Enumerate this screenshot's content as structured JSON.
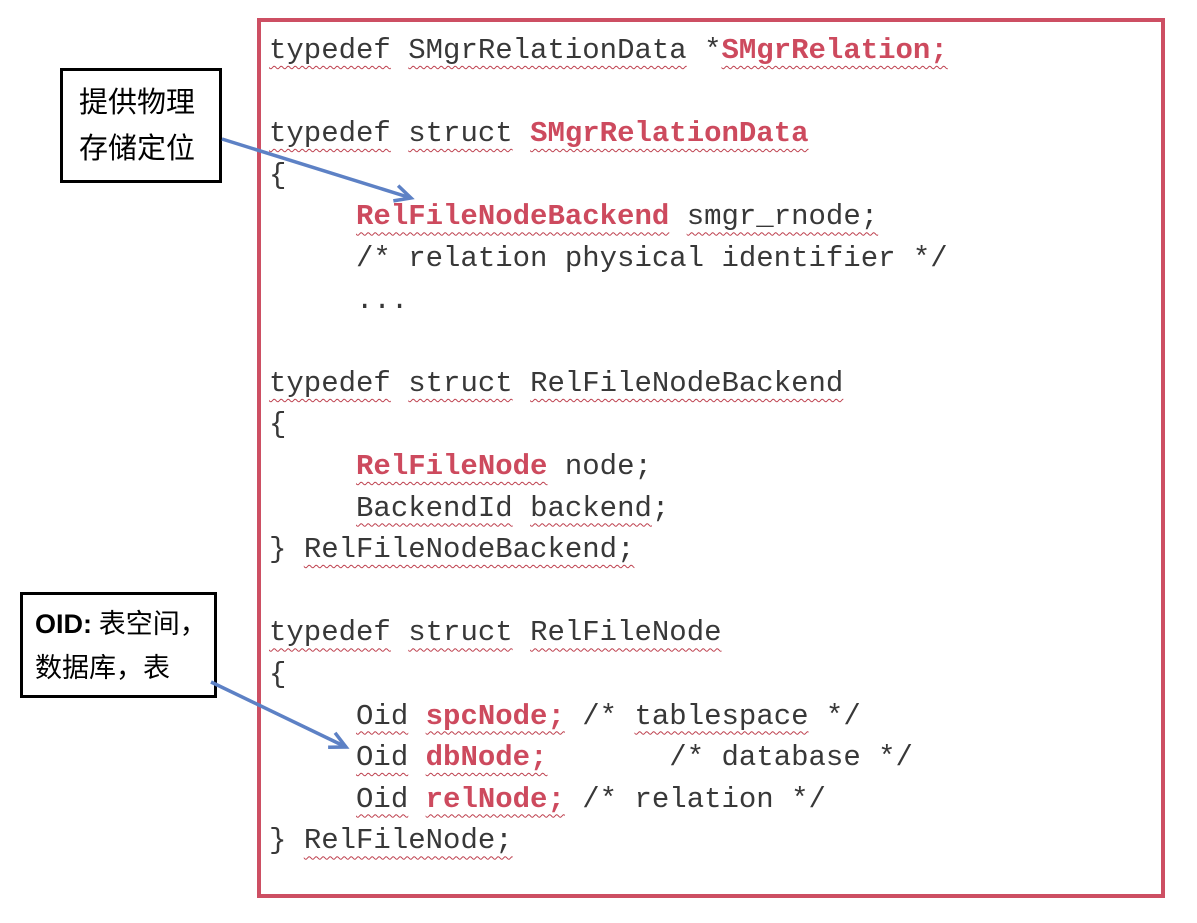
{
  "annotations": {
    "box1": {
      "line1": "提供物理",
      "line2": "存储定位"
    },
    "box2": {
      "line1_prefix": "OID:",
      "line1_text": " 表空间，",
      "line2": "数据库，表"
    }
  },
  "code": {
    "lines": [
      [
        {
          "t": "typedef",
          "u": true
        },
        {
          "t": " "
        },
        {
          "t": "SMgrRelationData",
          "u": true
        },
        {
          "t": " *"
        },
        {
          "t": "SMgrRelation;",
          "r": true,
          "u": true
        }
      ],
      [],
      [
        {
          "t": "typedef",
          "u": true
        },
        {
          "t": " "
        },
        {
          "t": "struct",
          "u": true
        },
        {
          "t": " "
        },
        {
          "t": "SMgrRelationData",
          "r": true,
          "u": true
        }
      ],
      [
        {
          "t": "{"
        }
      ],
      [
        {
          "t": "     "
        },
        {
          "t": "RelFileNodeBackend",
          "r": true,
          "u": true
        },
        {
          "t": " "
        },
        {
          "t": "smgr_rnode;",
          "u": true
        }
      ],
      [
        {
          "t": "     /* relation physical identifier */"
        }
      ],
      [
        {
          "t": "     ..."
        }
      ],
      [],
      [
        {
          "t": "typedef",
          "u": true
        },
        {
          "t": " "
        },
        {
          "t": "struct",
          "u": true
        },
        {
          "t": " "
        },
        {
          "t": "RelFileNodeBackend",
          "u": true
        }
      ],
      [
        {
          "t": "{"
        }
      ],
      [
        {
          "t": "     "
        },
        {
          "t": "RelFileNode",
          "r": true,
          "u": true
        },
        {
          "t": " node;"
        }
      ],
      [
        {
          "t": "     "
        },
        {
          "t": "BackendId",
          "u": true
        },
        {
          "t": " "
        },
        {
          "t": "backend",
          "u": true
        },
        {
          "t": ";"
        }
      ],
      [
        {
          "t": "} "
        },
        {
          "t": "RelFileNodeBackend;",
          "u": true
        }
      ],
      [],
      [
        {
          "t": "typedef",
          "u": true
        },
        {
          "t": " "
        },
        {
          "t": "struct",
          "u": true
        },
        {
          "t": " "
        },
        {
          "t": "RelFileNode",
          "u": true
        }
      ],
      [
        {
          "t": "{"
        }
      ],
      [
        {
          "t": "     "
        },
        {
          "t": "Oid",
          "u": true
        },
        {
          "t": " "
        },
        {
          "t": "spcNode;",
          "r": true,
          "u": true
        },
        {
          "t": " /* "
        },
        {
          "t": "tablespace",
          "u": true
        },
        {
          "t": " */"
        }
      ],
      [
        {
          "t": "     "
        },
        {
          "t": "Oid",
          "u": true
        },
        {
          "t": " "
        },
        {
          "t": "dbNode;",
          "r": true,
          "u": true
        },
        {
          "t": "       /* database */"
        }
      ],
      [
        {
          "t": "     "
        },
        {
          "t": "Oid",
          "u": true
        },
        {
          "t": " "
        },
        {
          "t": "relNode;",
          "r": true,
          "u": true
        },
        {
          "t": " /* relation */"
        }
      ],
      [
        {
          "t": "} "
        },
        {
          "t": "RelFileNode;",
          "u": true
        }
      ]
    ]
  },
  "colors": {
    "keyword_red": "#cd4a5e",
    "border_red": "#cd4f63",
    "squiggle_red": "#bd3f4d",
    "arrow_blue": "#5d81c5",
    "code_text": "#383838"
  }
}
